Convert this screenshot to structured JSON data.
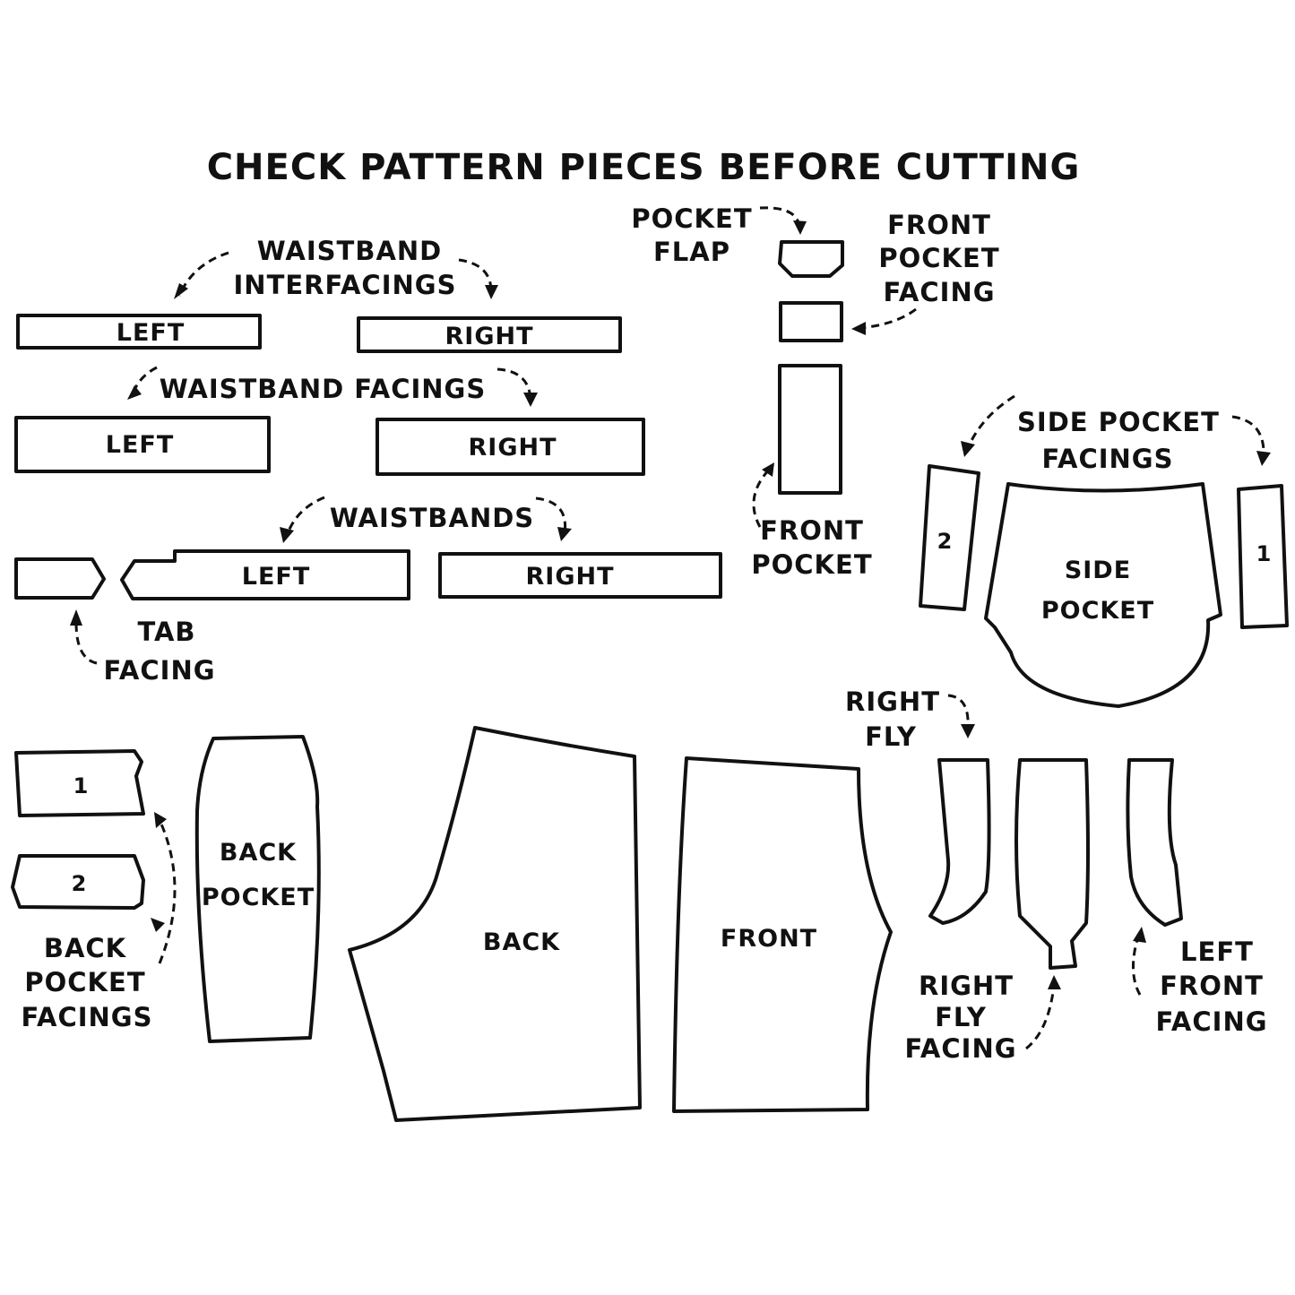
{
  "title": "CHECK PATTERN PIECES BEFORE CUTTING",
  "colors": {
    "ink": "#111111",
    "paper": "#ffffff"
  },
  "labels": {
    "waistband_interfacings": [
      "WAISTBAND",
      "INTERFACINGS"
    ],
    "waistband_facings": "WAISTBAND FACINGS",
    "waistbands": "WAISTBANDS",
    "tab_facing": [
      "TAB",
      "FACING"
    ],
    "pocket_flap": [
      "POCKET",
      "FLAP"
    ],
    "front_pocket_facing": [
      "FRONT",
      "POCKET",
      "FACING"
    ],
    "front_pocket_callout": [
      "FRONT",
      "POCKET"
    ],
    "side_pocket_facings": [
      "SIDE POCKET",
      "FACINGS"
    ],
    "right_fly": [
      "RIGHT",
      "FLY"
    ],
    "back_pocket_facings": [
      "BACK",
      "POCKET",
      "FACINGS"
    ],
    "right_fly_facing": [
      "RIGHT",
      "FLY",
      "FACING"
    ],
    "left_front_facing": [
      "LEFT",
      "FRONT",
      "FACING"
    ]
  },
  "pieces": {
    "interfacing_left": "LEFT",
    "interfacing_right": "RIGHT",
    "facing_left": "LEFT",
    "facing_right": "RIGHT",
    "waistband_left": "LEFT",
    "waistband_right": "RIGHT",
    "side_pocket": [
      "SIDE",
      "POCKET"
    ],
    "side_facing_2": "2",
    "side_facing_1": "1",
    "back_pocket_facing_1": "1",
    "back_pocket_facing_2": "2",
    "back_pocket": [
      "BACK",
      "POCKET"
    ],
    "back": "BACK",
    "front": "FRONT"
  }
}
